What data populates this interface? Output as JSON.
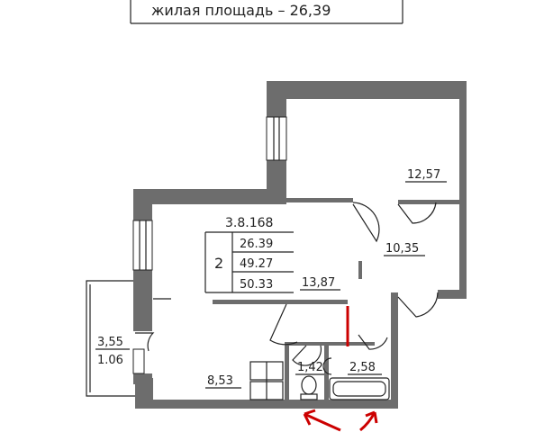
{
  "header": {
    "living_area": "жилая площадь – 26,39"
  },
  "apartment": {
    "code": "3.8.168",
    "rooms": "2",
    "living_area": "26.39",
    "total_area": "49.27",
    "total_with_balcony": "50.33"
  },
  "rooms": {
    "bedroom": "12,57",
    "hall": "10,35",
    "living": "13,87",
    "kitchen": "8,53",
    "wc": "1,42",
    "bath": "2,58",
    "balcony": "3,55",
    "balcony_reduced": "1.06"
  },
  "colors": {
    "wall": "#6d6d6d",
    "annotation": "#cc0000",
    "line": "#222222"
  }
}
